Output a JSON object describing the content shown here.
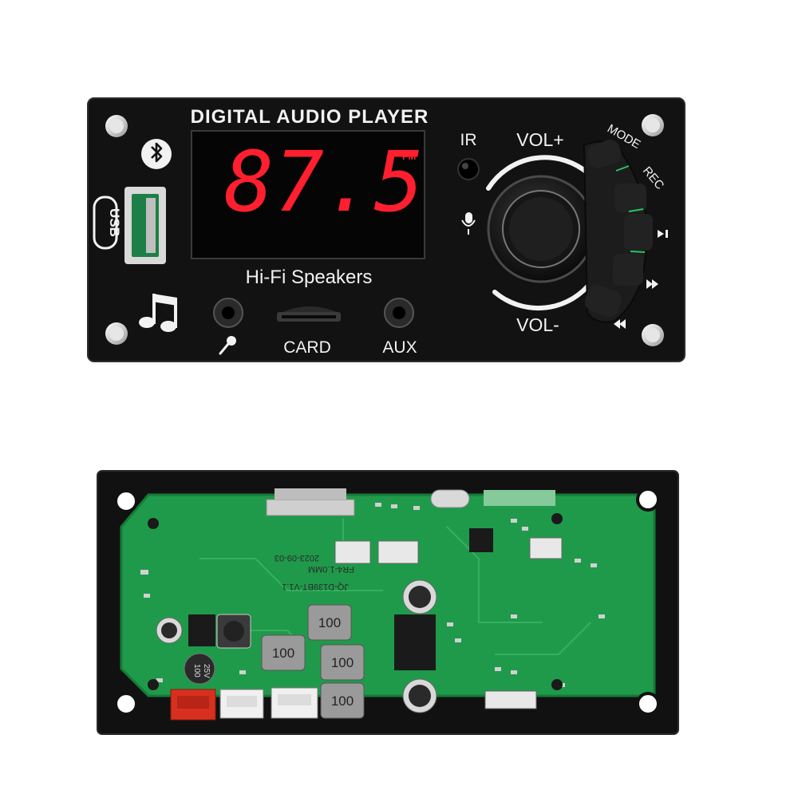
{
  "front_panel": {
    "title": "DIGITAL AUDIO PLAYER",
    "display_digits": "87.5",
    "display_unit": "FM",
    "brand_text": "Hi-Fi Speakers",
    "usb_label": "USB",
    "ir_label": "IR",
    "vol_up_label": "VOL+",
    "vol_down_label": "VOL-",
    "mode_label": "MODE",
    "rec_label": "REC",
    "card_label": "CARD",
    "aux_label": "AUX"
  },
  "pcb": {
    "date_code": "2023-09-03",
    "model_code": "JQ-D139BT-V1.1",
    "rev_code": "FR4-1.0MM",
    "inductor_labels": [
      "100",
      "100",
      "100",
      "100"
    ],
    "cap_label": [
      "100",
      "25V"
    ]
  },
  "colors": {
    "panel": "#121212",
    "display_red": "#ff1f2e",
    "pcb_green": "#1f9a4a",
    "connector_red": "#d8301f"
  }
}
